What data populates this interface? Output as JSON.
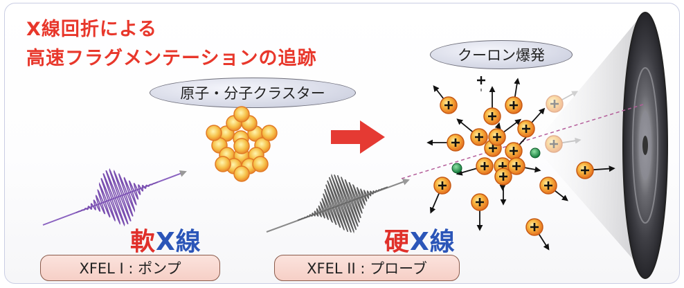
{
  "title": {
    "line1": "X線回折による",
    "line2": "高速フラグメンテーションの追跡"
  },
  "labels": {
    "cluster": "原子・分子クラスター",
    "coulomb": "クーロン爆発"
  },
  "soft_xray": {
    "kanji": "軟",
    "x": "X",
    "sen": "線"
  },
  "hard_xray": {
    "kanji": "硬",
    "x": "X",
    "sen": "線"
  },
  "pump_label": "XFEL I : ポンプ",
  "probe_label": "XFEL II : プローブ",
  "colors": {
    "title": "#e8372b",
    "soft_pulse": "#7a4fb0",
    "hard_pulse": "#6a6a6a",
    "ion": "#ee8a2a",
    "neutral": "#1e9a4a",
    "arrow": "#e53a33"
  },
  "icons": [
    "right-arrow-icon",
    "plus-icon"
  ]
}
